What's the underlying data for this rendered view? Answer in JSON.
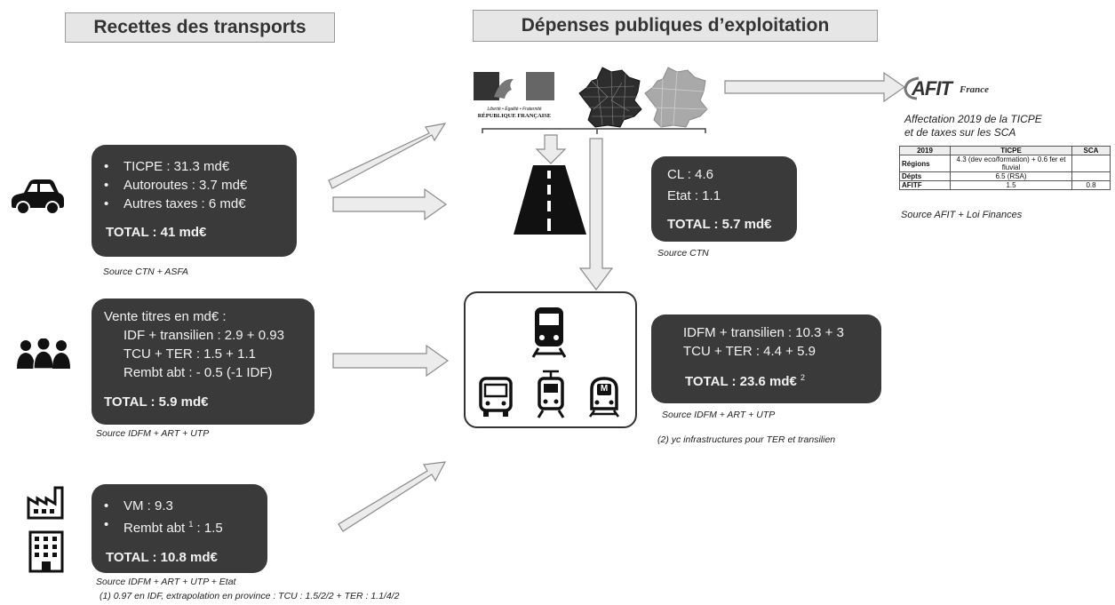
{
  "headers": {
    "left": "Recettes des transports",
    "right": "Dépenses publiques d’exploitation"
  },
  "logos": {
    "rf_line1": "Liberté • Égalité • Fraternité",
    "rf_line2": "RÉPUBLIQUE FRANÇAISE",
    "afit_main": "AFIT",
    "afit_sub": "France"
  },
  "car_box": {
    "items": [
      "TICPE : 31.3 md€",
      "Autoroutes : 3.7 md€",
      "Autres taxes : 6 md€"
    ],
    "total": "TOTAL : 41 md€",
    "source": "Source CTN + ASFA"
  },
  "people_box": {
    "title": "Vente titres en md€ :",
    "lines": [
      "IDF + transilien : 2.9 + 0.93",
      "TCU + TER : 1.5 + 1.1",
      "Rembt abt : - 0.5 (-1 IDF)"
    ],
    "total": "TOTAL : 5.9 md€",
    "source": "Source IDFM + ART + UTP"
  },
  "business_box": {
    "item1": "VM : 9.3",
    "item2_pre": "Rembt abt ",
    "item2_sup": "1",
    "item2_post": " : 1.5",
    "total": "TOTAL : 10.8 md€",
    "source": "Source IDFM + ART + UTP + Etat",
    "footnote": "(1) 0.97 en IDF, extrapolation en province : TCU : 1.5/2/2 + TER : 1.1/4/2"
  },
  "road_box": {
    "lines": [
      "CL : 4.6",
      "Etat : 1.1"
    ],
    "total": "TOTAL : 5.7 md€",
    "source": "Source CTN"
  },
  "transit_box": {
    "lines": [
      "IDFM + transilien : 10.3 + 3",
      "TCU + TER : 4.4 + 5.9"
    ],
    "total": "TOTAL : 23.6 md€",
    "total_sup": "2",
    "source": "Source IDFM + ART + UTP",
    "footnote": "(2) yc infrastructures pour TER et transilien"
  },
  "afit_table": {
    "title_line1": "Affectation 2019 de la TICPE",
    "title_line2": "et de taxes sur les SCA",
    "headers": [
      "2019",
      "TICPE",
      "SCA"
    ],
    "rows": [
      [
        "Régions",
        "4.3 (dev eco/formation) + 0.6 fer et fluvial",
        ""
      ],
      [
        "Dépts",
        "6.5 (RSA)",
        ""
      ],
      [
        "AFITF",
        "1.5",
        "0.8"
      ]
    ],
    "source": "Source AFIT + Loi Finances"
  },
  "icons": {
    "car": "car-icon",
    "people": "people-icon",
    "factory": "factory-icon",
    "building": "office-building-icon",
    "road": "road-icon",
    "train": "train-icon",
    "bus": "bus-icon",
    "tram": "tram-icon",
    "metro": "metro-icon",
    "metro_letter": "M",
    "france_map": "france-map-icon"
  },
  "colors": {
    "dark_box": "#3a3a3a",
    "header_bg": "#e6e6e6",
    "arrow_fill": "#ececec",
    "arrow_stroke": "#8a8a8a"
  }
}
